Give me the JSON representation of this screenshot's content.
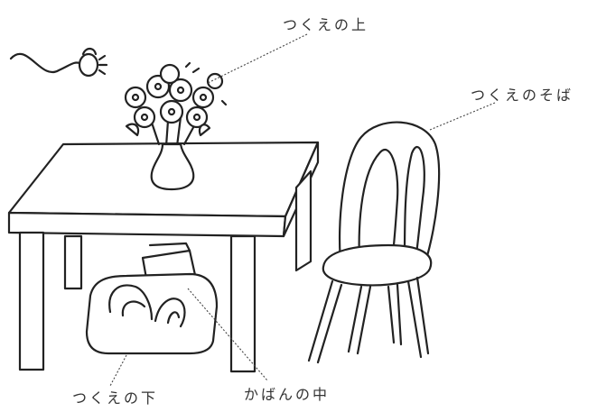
{
  "labels": {
    "on_desk": "つくえの上",
    "beside_desk": "つくえのそば",
    "under_desk": "つくえの下",
    "in_bag": "かばんの中"
  },
  "colors": {
    "ink": "#222222",
    "paper": "#ffffff"
  }
}
